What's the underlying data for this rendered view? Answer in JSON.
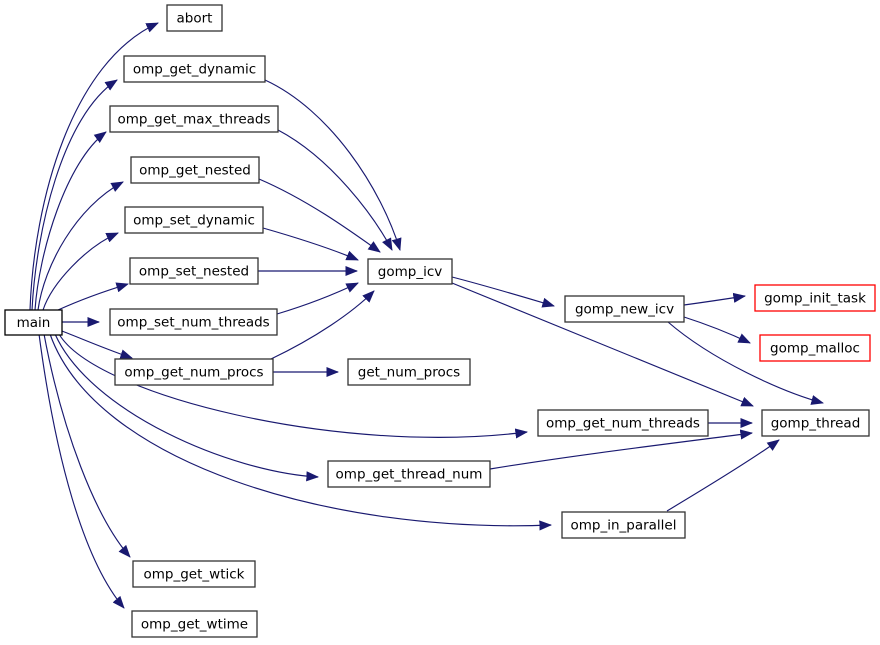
{
  "diagram": {
    "type": "call-graph",
    "background": "#ffffff"
  },
  "colors": {
    "edge": "#191970",
    "node_border": "#333333",
    "root_border": "#000000",
    "root_fill": "#c0c0c0",
    "highlight_border": "#ff0000",
    "node_fill": "#ffffff",
    "text": "#000000"
  },
  "nodes": {
    "main": {
      "label": "main"
    },
    "abort": {
      "label": "abort"
    },
    "omp_get_dynamic": {
      "label": "omp_get_dynamic"
    },
    "omp_get_max_threads": {
      "label": "omp_get_max_threads"
    },
    "omp_get_nested": {
      "label": "omp_get_nested"
    },
    "omp_set_dynamic": {
      "label": "omp_set_dynamic"
    },
    "omp_set_nested": {
      "label": "omp_set_nested"
    },
    "omp_set_num_threads": {
      "label": "omp_set_num_threads"
    },
    "omp_get_num_procs": {
      "label": "omp_get_num_procs"
    },
    "gomp_icv": {
      "label": "gomp_icv"
    },
    "get_num_procs": {
      "label": "get_num_procs"
    },
    "gomp_new_icv": {
      "label": "gomp_new_icv"
    },
    "gomp_init_task": {
      "label": "gomp_init_task"
    },
    "gomp_malloc": {
      "label": "gomp_malloc"
    },
    "gomp_thread": {
      "label": "gomp_thread"
    },
    "omp_get_num_threads": {
      "label": "omp_get_num_threads"
    },
    "omp_get_thread_num": {
      "label": "omp_get_thread_num"
    },
    "omp_in_parallel": {
      "label": "omp_in_parallel"
    },
    "omp_get_wtick": {
      "label": "omp_get_wtick"
    },
    "omp_get_wtime": {
      "label": "omp_get_wtime"
    }
  },
  "edges": [
    {
      "from": "main",
      "to": "abort"
    },
    {
      "from": "main",
      "to": "omp_get_dynamic"
    },
    {
      "from": "main",
      "to": "omp_get_max_threads"
    },
    {
      "from": "main",
      "to": "omp_get_nested"
    },
    {
      "from": "main",
      "to": "omp_set_dynamic"
    },
    {
      "from": "main",
      "to": "omp_set_nested"
    },
    {
      "from": "main",
      "to": "omp_set_num_threads"
    },
    {
      "from": "main",
      "to": "omp_get_num_procs"
    },
    {
      "from": "main",
      "to": "omp_get_num_threads"
    },
    {
      "from": "main",
      "to": "omp_get_thread_num"
    },
    {
      "from": "main",
      "to": "omp_in_parallel"
    },
    {
      "from": "main",
      "to": "omp_get_wtick"
    },
    {
      "from": "main",
      "to": "omp_get_wtime"
    },
    {
      "from": "omp_get_dynamic",
      "to": "gomp_icv"
    },
    {
      "from": "omp_get_max_threads",
      "to": "gomp_icv"
    },
    {
      "from": "omp_get_nested",
      "to": "gomp_icv"
    },
    {
      "from": "omp_set_dynamic",
      "to": "gomp_icv"
    },
    {
      "from": "omp_set_nested",
      "to": "gomp_icv"
    },
    {
      "from": "omp_set_num_threads",
      "to": "gomp_icv"
    },
    {
      "from": "omp_get_num_procs",
      "to": "gomp_icv"
    },
    {
      "from": "omp_get_num_procs",
      "to": "get_num_procs"
    },
    {
      "from": "gomp_icv",
      "to": "gomp_new_icv"
    },
    {
      "from": "gomp_icv",
      "to": "gomp_thread"
    },
    {
      "from": "gomp_new_icv",
      "to": "gomp_init_task"
    },
    {
      "from": "gomp_new_icv",
      "to": "gomp_malloc"
    },
    {
      "from": "gomp_new_icv",
      "to": "gomp_thread"
    },
    {
      "from": "omp_get_num_threads",
      "to": "gomp_thread"
    },
    {
      "from": "omp_get_thread_num",
      "to": "gomp_thread"
    },
    {
      "from": "omp_in_parallel",
      "to": "gomp_thread"
    }
  ]
}
